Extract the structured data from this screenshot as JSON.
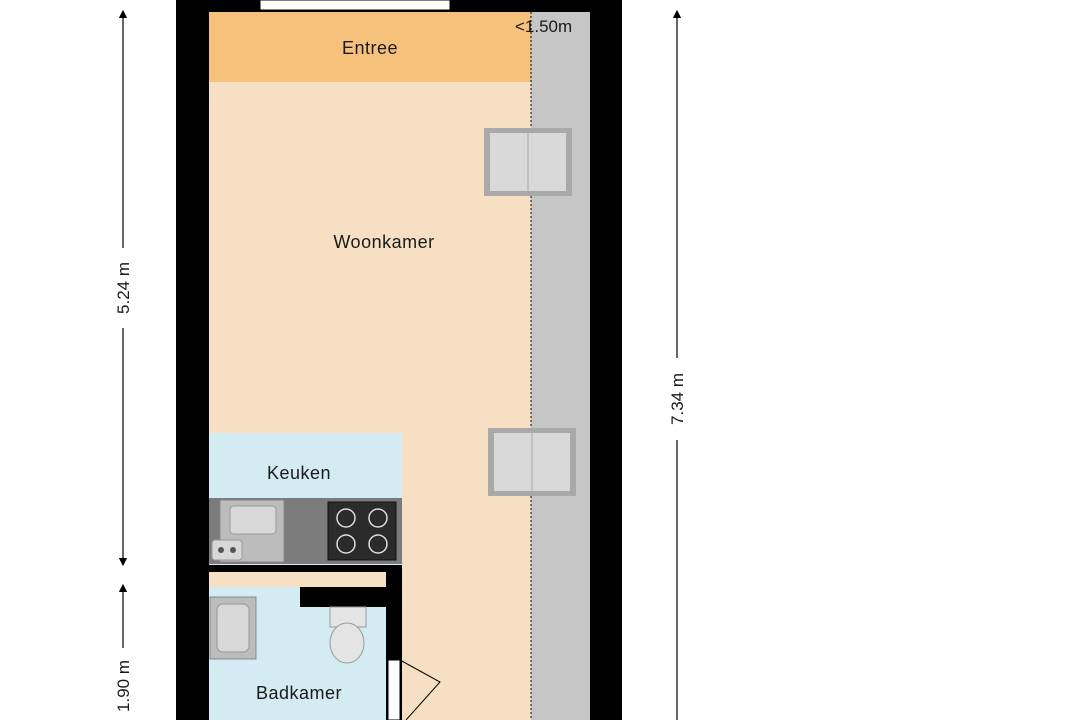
{
  "rooms": {
    "entree": "Entree",
    "woonkamer": "Woonkamer",
    "keuken": "Keuken",
    "badkamer": "Badkamer"
  },
  "dimensions": {
    "upper_left": "5.24 m",
    "lower_left": "1.90 m",
    "right_total": "7.34 m",
    "low_ceiling": "<1.50m"
  },
  "colors": {
    "wall": "#000000",
    "entree": "#f6c27b",
    "woonkamer": "#f6dfc2",
    "keuken": "#d3ecf3",
    "badkamer": "#d3ecf3",
    "slope_zone": "#c6c6c6",
    "counter": "#7b7b7b"
  }
}
